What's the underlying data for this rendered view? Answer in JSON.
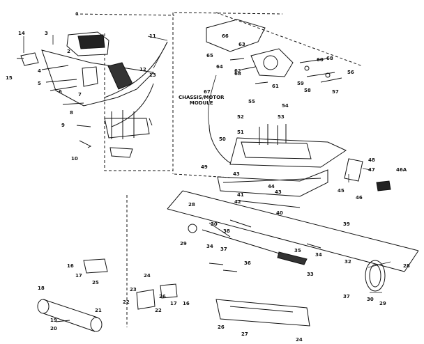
{
  "module_label": {
    "line1": "CHASSIS/MOTOR",
    "line2": "MODULE"
  },
  "parts": {
    "p1": "1",
    "p2": "2",
    "p3": "3",
    "p4": "4",
    "p5": "5",
    "p6": "6",
    "p7": "7",
    "p8": "8",
    "p9": "9",
    "p10": "10",
    "p11": "11",
    "p12": "12",
    "p13": "13",
    "p14": "14",
    "p15": "15",
    "p16a": "16",
    "p16b": "16",
    "p17a": "17",
    "p17b": "17",
    "p18": "18",
    "p19": "19",
    "p20": "20",
    "p21": "21",
    "p22a": "22",
    "p22b": "22",
    "p23": "23",
    "p24a": "24",
    "p24b": "24",
    "p25": "25",
    "p26a": "26",
    "p26b": "26",
    "p27": "27",
    "p28a": "28",
    "p28b": "28",
    "p29a": "29",
    "p29b": "29",
    "p30a": "30",
    "p30b": "30",
    "p32": "32",
    "p33": "33",
    "p34a": "34",
    "p34b": "34",
    "p35": "35",
    "p36": "36",
    "p37a": "37",
    "p37b": "37",
    "p38": "38",
    "p39": "39",
    "p40": "40",
    "p41": "41",
    "p42": "42",
    "p43a": "43",
    "p43b": "43",
    "p44": "44",
    "p45": "45",
    "p46": "46",
    "p46A": "46A",
    "p47": "47",
    "p48": "48",
    "p49": "49",
    "p50": "50",
    "p51": "51",
    "p52": "52",
    "p53": "53",
    "p54": "54",
    "p55": "55",
    "p56": "56",
    "p57": "57",
    "p58": "58",
    "p59": "59",
    "p60": "60",
    "p61": "61",
    "p62": "62",
    "p63": "63",
    "p64": "64",
    "p65": "65",
    "p66": "66",
    "p67": "67",
    "p68a": "68",
    "p68b": "68"
  }
}
